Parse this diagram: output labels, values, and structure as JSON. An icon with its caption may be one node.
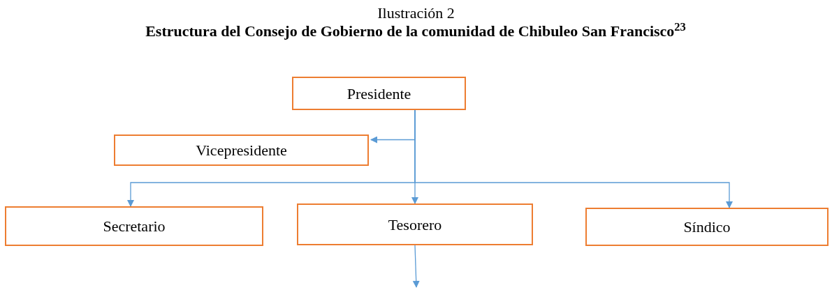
{
  "diagram": {
    "title": "Estructura del Consejo de Gobierno de la comunidad de Chibuleo San Francisco$^{23}$",
    "labels": [
      "Ilustración 2"
    ],
    "nodes": [
      {
        "text": [
          "Presidente"
        ]
      },
      {
        "text": [
          "Vicepresidente"
        ]
      },
      {
        "text": [
          "Secretario"
        ]
      },
      {
        "text": [
          "Tesorero"
        ]
      },
      {
        "text": [
          "Síndico"
        ]
      }
    ],
    "edges": [
      {
        "from": 0,
        "to": 1,
        "arrow": "to"
      },
      {
        "from": 0,
        "to": 3,
        "arrow": "to"
      },
      {
        "from": 0,
        "to": 2,
        "arrow": "to"
      },
      {
        "from": 0,
        "to": 4,
        "arrow": "to"
      },
      {
        "from": 3,
        "to": null,
        "arrow": "to"
      }
    ]
  }
}
